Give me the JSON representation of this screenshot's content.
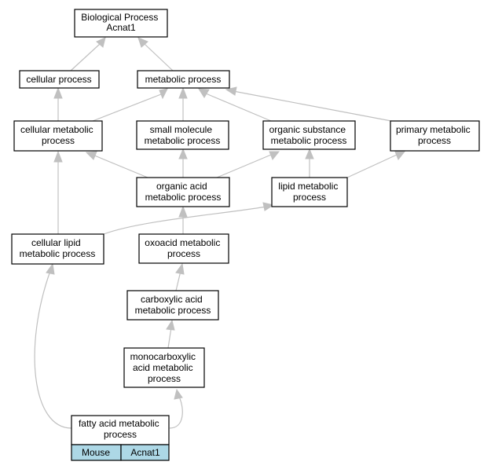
{
  "nodes": {
    "bp": [
      "Biological Process",
      "Acnat1"
    ],
    "cp": [
      "cellular process"
    ],
    "mp": [
      "metabolic process"
    ],
    "cmp": [
      "cellular metabolic",
      "process"
    ],
    "smmp": [
      "small molecule",
      "metabolic process"
    ],
    "osmp": [
      "organic substance",
      "metabolic process"
    ],
    "pmp": [
      "primary metabolic",
      "process"
    ],
    "oamp": [
      "organic acid",
      "metabolic process"
    ],
    "lmp": [
      "lipid metabolic",
      "process"
    ],
    "clmp": [
      "cellular lipid",
      "metabolic process"
    ],
    "oxmp": [
      "oxoacid metabolic",
      "process"
    ],
    "camp": [
      "carboxylic acid",
      "metabolic process"
    ],
    "mcamp": [
      "monocarboxylic",
      "acid metabolic",
      "process"
    ],
    "famp": [
      "fatty acid metabolic",
      "process"
    ]
  },
  "annotation": {
    "organism": "Mouse",
    "gene": "Acnat1"
  },
  "colors": {
    "edge": "#c0c0c0",
    "annotation_fill": "#add8e6",
    "node_border": "#000000"
  }
}
